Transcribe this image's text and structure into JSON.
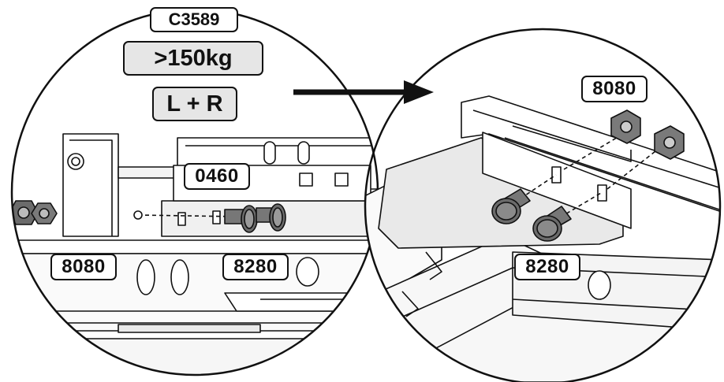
{
  "labels": {
    "model_code": "C3589",
    "weight": ">150kg",
    "sides": "L + R",
    "part_0460": "0460",
    "part_8080_left": "8080",
    "part_8280_left": "8280",
    "part_8080_right": "8080",
    "part_8280_right": "8280"
  },
  "colors": {
    "line": "#111111",
    "panel_gray": "#e6e6e6",
    "bolt_gray": "#6b6b6b",
    "background": "#ffffff"
  },
  "icons": {
    "direction": "arrow-right-icon"
  }
}
